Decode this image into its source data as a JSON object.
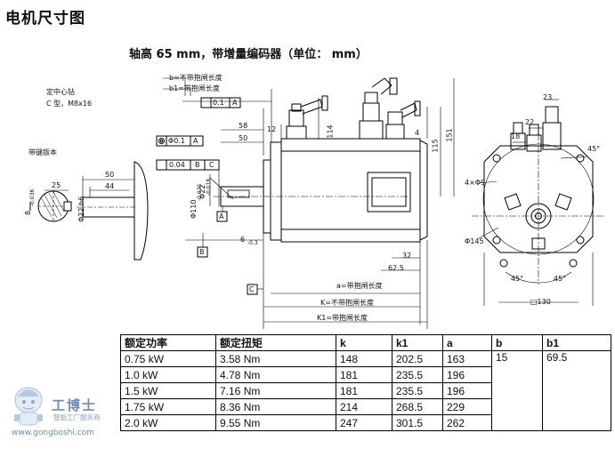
{
  "title": "电机尺寸图",
  "subtitle": "轴高 65 mm，带增量编码器（单位： mm）",
  "labels": {
    "center_drill": "定中心钻",
    "center_drill_type": "C 型，M8x16",
    "keyed": "带键版本",
    "b_no_brake": "b=不带抱闸长度",
    "b1_brake": "b1=带抱闸长度",
    "a_brake": "a=带抱闸长度",
    "k_no_brake": "K=不带抱闸长度",
    "k1_brake": "K1=带抱闸长度"
  },
  "dims": {
    "d58": "58",
    "d50": "50",
    "d12": "12",
    "d114": "114",
    "d4": "4",
    "d115": "115",
    "d151": "151",
    "d6": "6",
    "d6tol": "-0.3",
    "d32": "32",
    "d625": "62.5",
    "shaft_dia": "Φ22",
    "shaft_tol": "-0.016",
    "flange_dia": "Φ110",
    "flange_tol": "-0.035",
    "key50": "50",
    "key44": "44",
    "key25": "25",
    "key8": "8",
    "key8tol": "-0.036",
    "key22": "Φ22 h6",
    "top23": "23",
    "top22": "22",
    "top18": "18",
    "holes": "4×Φ9",
    "pcd": "Φ145",
    "sq130": "□130",
    "ang1": "45°",
    "ang2": "45°",
    "ang3": "45°",
    "tol1": "0.1",
    "tol1ref": "A",
    "tol2": "Φ0.1",
    "tol2ref": "A",
    "tol3": "0.04",
    "tol3ref1": "B",
    "tol3ref2": "C",
    "ref_a": "A",
    "ref_b": "B",
    "ref_c": "C"
  },
  "table": {
    "headers": [
      "额定功率",
      "额定扭矩",
      "k",
      "k1",
      "a",
      "b",
      "b1"
    ],
    "rows": [
      [
        "0.75 kW",
        "3.58 Nm",
        "148",
        "202.5",
        "163"
      ],
      [
        "1.0 kW",
        "4.78 Nm",
        "181",
        "235.5",
        "196"
      ],
      [
        "1.5 kW",
        "7.16 Nm",
        "181",
        "235.5",
        "196"
      ],
      [
        "1.75 kW",
        "8.36 Nm",
        "214",
        "268.5",
        "229"
      ],
      [
        "2.0 kW",
        "9.55 Nm",
        "247",
        "301.5",
        "262"
      ]
    ],
    "b_value": "15",
    "b1_value": "69.5"
  },
  "logo": {
    "name": "工博士",
    "sub": "智能工厂服务商",
    "url": "www.gongboshi.com"
  }
}
